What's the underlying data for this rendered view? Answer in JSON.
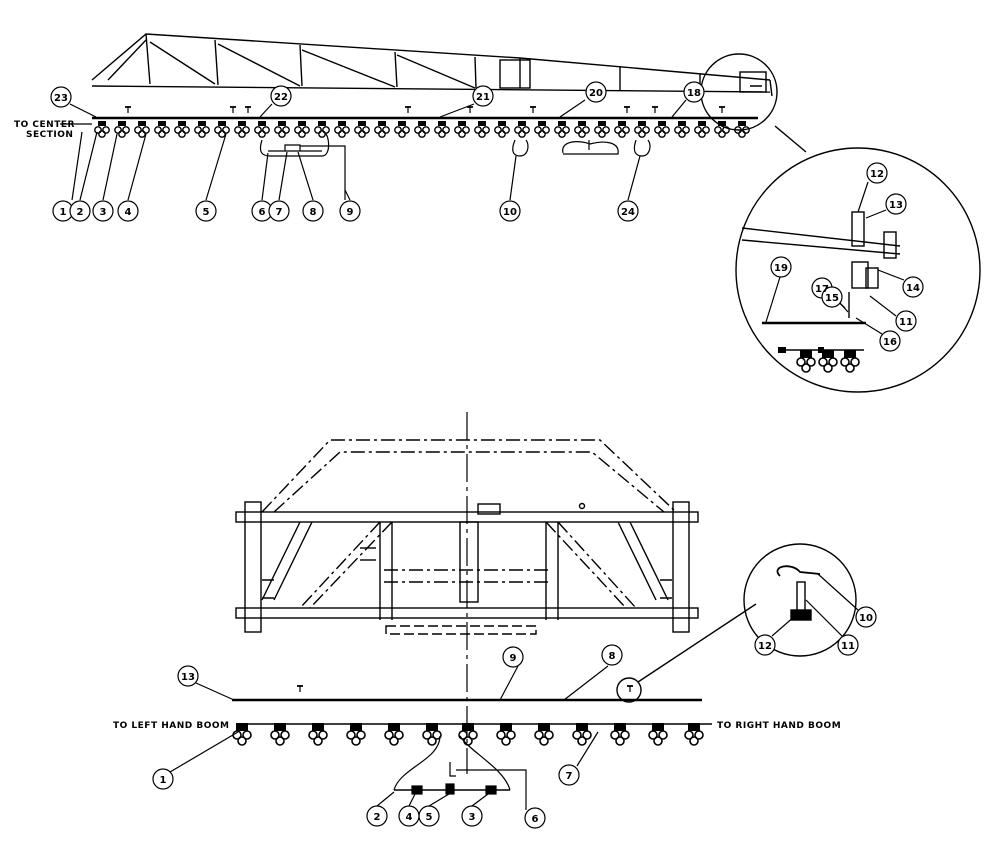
{
  "top_view": {
    "notes": {
      "to_center_line1": "TO CENTER",
      "to_center_line2": "SECTION"
    },
    "callouts": [
      "1",
      "2",
      "3",
      "4",
      "5",
      "6",
      "7",
      "8",
      "9",
      "10",
      "24",
      "23",
      "22",
      "21",
      "20",
      "18"
    ]
  },
  "detail_top": {
    "callouts": [
      "12",
      "13",
      "14",
      "11",
      "19",
      "17",
      "15",
      "16"
    ]
  },
  "center_view": {
    "notes": {
      "left": "TO LEFT HAND BOOM",
      "right": "TO RIGHT HAND BOOM"
    },
    "callouts": [
      "13",
      "9",
      "8",
      "1",
      "7",
      "2",
      "4",
      "5",
      "3",
      "6"
    ]
  },
  "detail_center": {
    "callouts": [
      "10",
      "11",
      "12"
    ]
  }
}
